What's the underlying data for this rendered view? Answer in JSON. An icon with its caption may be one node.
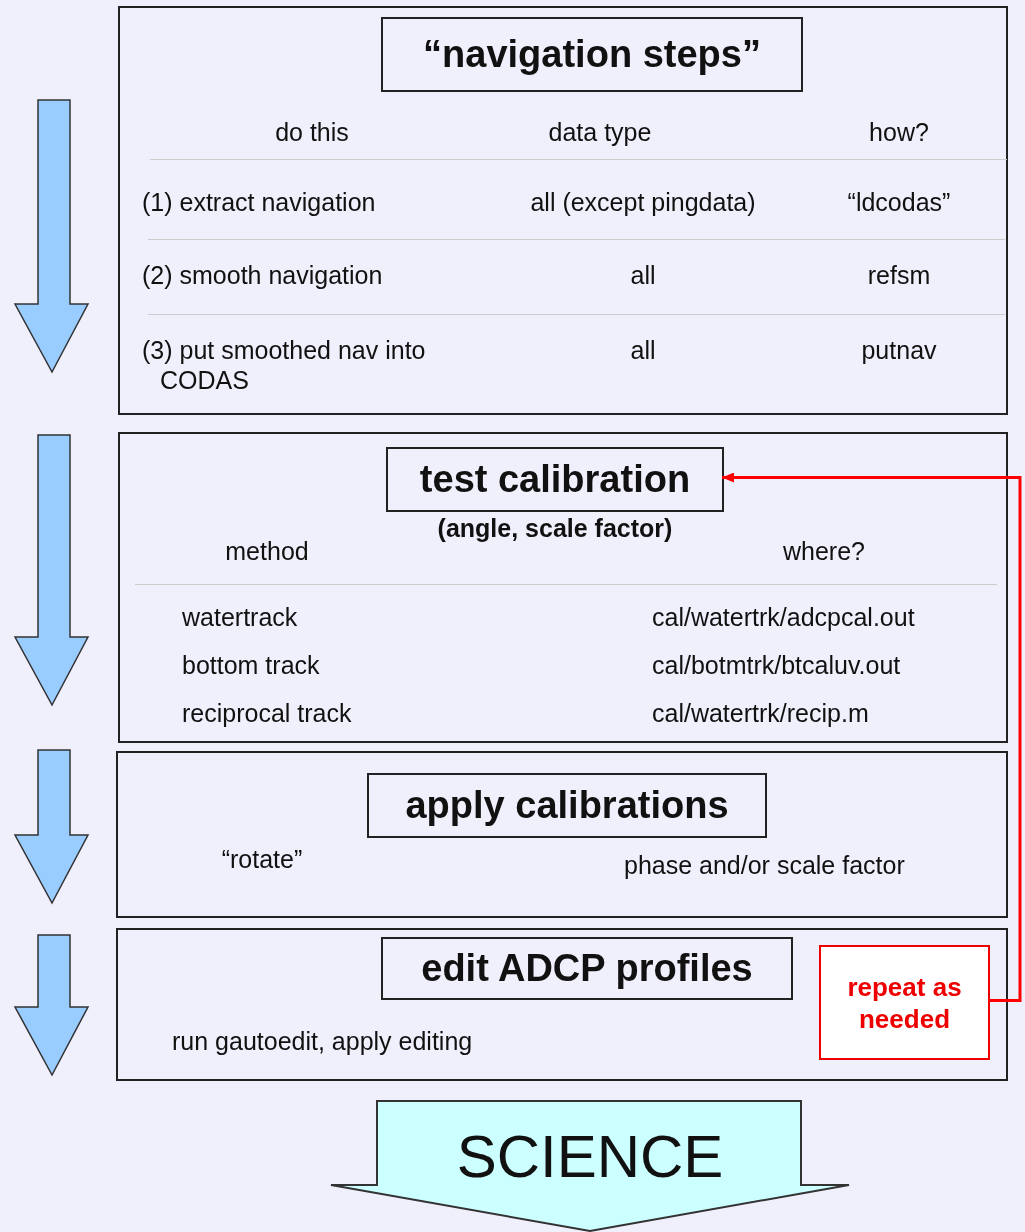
{
  "diagram": {
    "nodes": [
      {
        "text": [],
        "shape": "box"
      },
      {
        "text": [
          "“navigation steps”"
        ],
        "in": 0
      },
      {
        "text": [],
        "shape": "box"
      },
      {
        "text": [
          "test calibration"
        ],
        "in": 2,
        "beside": [
          "(angle, scale factor)"
        ]
      },
      {
        "text": [],
        "shape": "box"
      },
      {
        "text": [
          "apply calibrations"
        ],
        "in": 4
      },
      {
        "text": [],
        "shape": "box"
      },
      {
        "text": [
          "edit ADCP profiles"
        ],
        "in": 6
      },
      {
        "text": [
          "repeat as needed"
        ],
        "in": 6
      },
      {
        "text": [
          "SCIENCE"
        ]
      }
    ],
    "edges": [
      {
        "from": 8,
        "to": 3,
        "arrow": "to",
        "color": "#ff0000"
      }
    ],
    "labels": [
      "do this",
      "data type",
      "how?",
      "(1) extract navigation",
      "all (except pingdata)",
      "“ldcodas”",
      "(2) smooth navigation",
      "all",
      "refsm",
      "(3) put smoothed nav into CODAS",
      "all",
      "putnav",
      "method",
      "where?",
      "watertrack",
      "cal/watertrk/adcpcal.out",
      "bottom track",
      "cal/botmtrk/btcaluv.out",
      "reciprocal track",
      "cal/watertrk/recip.m",
      "“rotate”",
      "phase and/or scale factor",
      "run gautoedit, apply editing"
    ]
  }
}
